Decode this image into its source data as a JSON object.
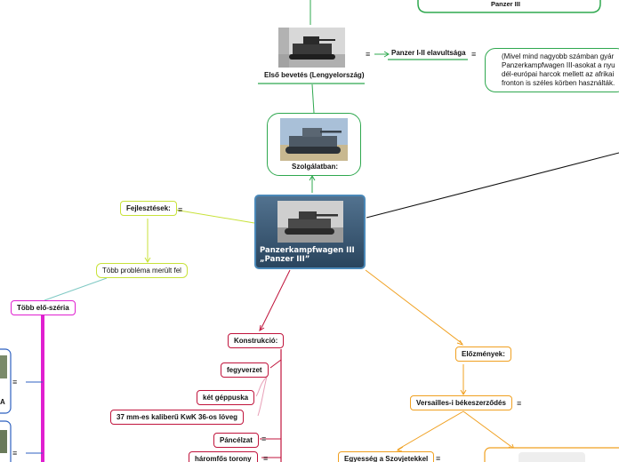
{
  "central": {
    "title_line1": "Panzerkampfwagen III",
    "title_line2": "„Panzer III”"
  },
  "top_node": {
    "label": "Panzer III"
  },
  "service": {
    "first_deployment": "Első bevetés (Lengyelország)",
    "obsolescence": "Panzer I-II elavultsága",
    "in_service": "Szolgálatban:",
    "note_lines": [
      "(Mivel mind nagyobb számban gyár",
      "Panzerkampfwagen III-asokat a nyu",
      "dél-európai harcok mellett az afrikai",
      "fronton is széles körben használták."
    ]
  },
  "development": {
    "label": "Fejlesztések:",
    "problems": "Több probléma merült fel",
    "preseries": "Több elő-széria",
    "side_letter": "A"
  },
  "construction": {
    "label": "Konstrukció:",
    "items": [
      "fegyverzet",
      "két géppuska",
      "37 mm-es kaliberű KwK 36-os löveg",
      "Páncélzat",
      "háromfős torony"
    ]
  },
  "history": {
    "label": "Előzmények:",
    "versailles": "Versailles-i békeszerződés",
    "soviet": "Egyesség a Szovjetekkel"
  },
  "icons": {
    "menu": "≡",
    "arrow": "→"
  },
  "colors": {
    "green": "#2fa84f",
    "yellow_green": "#c8e23a",
    "teal": "#7fc9c4",
    "magenta": "#e020d0",
    "crimson": "#c0143c",
    "orange": "#f0a020",
    "blue": "#2f62c0",
    "central_fill": "#3c5a75"
  }
}
